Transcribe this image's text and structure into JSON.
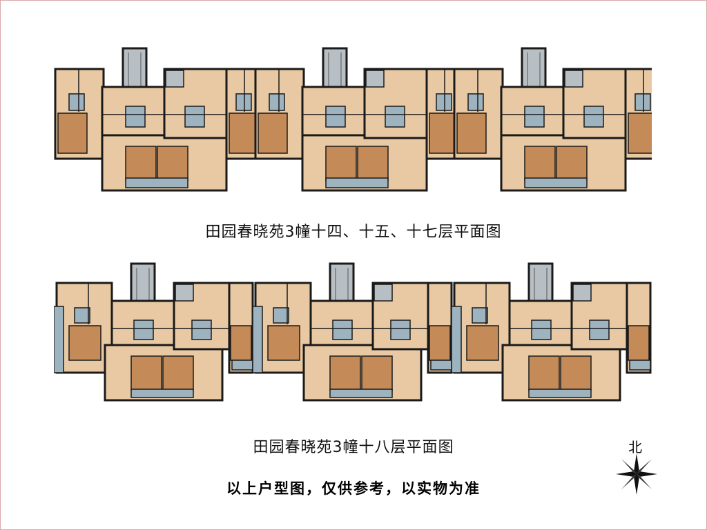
{
  "plans": [
    {
      "caption": "田园春晓苑3幢十四、十五、十七层平面图"
    },
    {
      "caption": "田园春晓苑3幢十八层平面图"
    }
  ],
  "note": "以上户型图，仅供参考，以实物为准",
  "north_label": "北",
  "colors": {
    "wall": "#1a1a1a",
    "floor_light": "#e8c9a3",
    "floor_dark": "#c48a57",
    "bath": "#9db3bf",
    "stair": "#b8bfc4",
    "frame": "#d9a7a7"
  }
}
